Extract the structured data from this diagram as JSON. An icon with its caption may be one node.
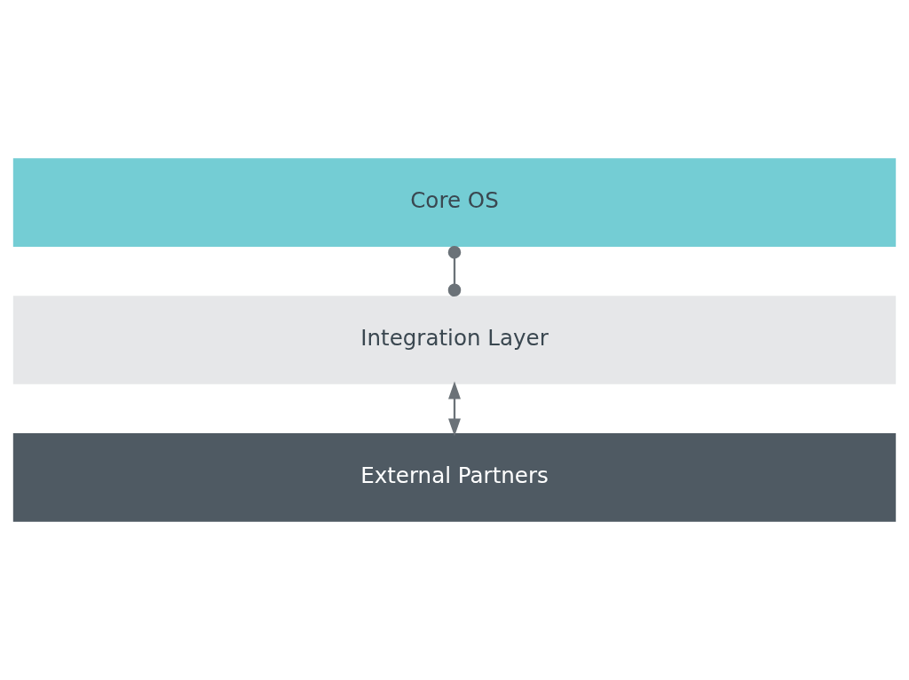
{
  "diagram": {
    "nodes": [
      {
        "text": [
          "Core OS"
        ]
      },
      {
        "text": [
          "Integration Layer"
        ]
      },
      {
        "text": [
          "External Partners"
        ]
      }
    ],
    "edges": [
      {
        "from": 0,
        "to": 1,
        "arrow": "other"
      },
      {
        "from": 1,
        "to": 2,
        "arrow": "both"
      }
    ]
  }
}
